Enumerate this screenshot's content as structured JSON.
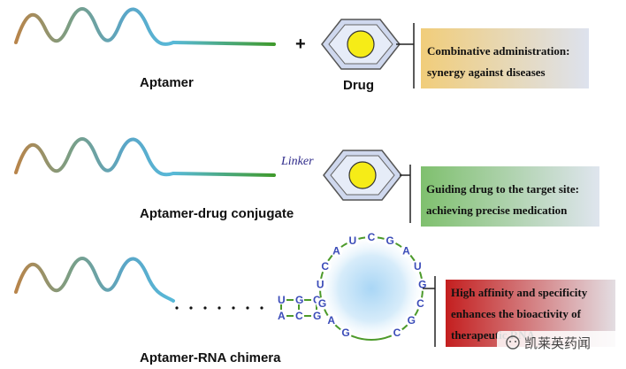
{
  "row1": {
    "aptamer_label": "Aptamer",
    "plus": "+",
    "drug_label": "Drug",
    "box_line1": "Combinative administration:",
    "box_line2": "synergy against diseases",
    "box_color": "#f2d79a"
  },
  "row2": {
    "linker_label": "Linker",
    "conjugate_label": "Aptamer-drug conjugate",
    "box_line1": "Guiding drug to the target site:",
    "box_line2": "achieving precise medication",
    "box_color": "#8cc67a"
  },
  "row3": {
    "chimera_label": "Aptamer-RNA chimera",
    "box_line1": "High affinity and specificity",
    "box_line2": "enhances the bioactivity of",
    "box_line3": "therapeutic RNA",
    "box_color": "#cc2a2a",
    "loop_nucleotides": [
      "G",
      "A",
      "G",
      "U",
      "C",
      "A",
      "U",
      "C",
      "G",
      "A",
      "U",
      "G",
      "C",
      "G",
      "C"
    ],
    "stem_top": [
      "U",
      "G",
      "C"
    ],
    "stem_bottom": [
      "A",
      "C",
      "G"
    ],
    "nucleotide_color": "#3a4bb8"
  },
  "watermark": "凯莱英药闻",
  "colors": {
    "wave_start": "#b9894a",
    "wave_mid": "#5e9fb0",
    "wave_end": "#5bbcd6",
    "tail_green": "#4c9a2a",
    "drug_yellow": "#f7ee1a",
    "hex_fill": "#d6dff0",
    "linker": "#4a3c9a"
  }
}
